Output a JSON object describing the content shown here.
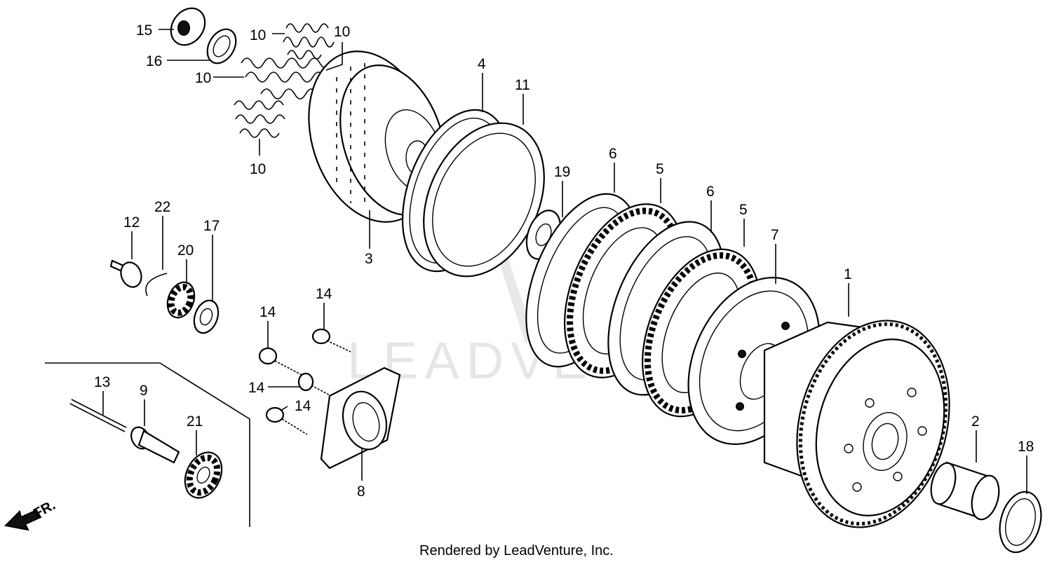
{
  "credit": "Rendered by LeadVenture, Inc.",
  "watermark": "LEADVENTURE",
  "direction": {
    "label": "FR."
  },
  "callouts": [
    {
      "id": "15",
      "text": "15"
    },
    {
      "id": "16",
      "text": "16"
    },
    {
      "id": "10a",
      "text": "10"
    },
    {
      "id": "10b",
      "text": "10"
    },
    {
      "id": "10c",
      "text": "10"
    },
    {
      "id": "10d",
      "text": "10"
    },
    {
      "id": "4",
      "text": "4"
    },
    {
      "id": "11",
      "text": "11"
    },
    {
      "id": "3",
      "text": "3"
    },
    {
      "id": "19",
      "text": "19"
    },
    {
      "id": "6a",
      "text": "6"
    },
    {
      "id": "5a",
      "text": "5"
    },
    {
      "id": "6b",
      "text": "6"
    },
    {
      "id": "5b",
      "text": "5"
    },
    {
      "id": "7",
      "text": "7"
    },
    {
      "id": "1",
      "text": "1"
    },
    {
      "id": "12",
      "text": "12"
    },
    {
      "id": "22",
      "text": "22"
    },
    {
      "id": "20",
      "text": "20"
    },
    {
      "id": "17",
      "text": "17"
    },
    {
      "id": "14a",
      "text": "14"
    },
    {
      "id": "14b",
      "text": "14"
    },
    {
      "id": "14c",
      "text": "14"
    },
    {
      "id": "14d",
      "text": "14"
    },
    {
      "id": "13",
      "text": "13"
    },
    {
      "id": "9",
      "text": "9"
    },
    {
      "id": "21",
      "text": "21"
    },
    {
      "id": "8",
      "text": "8"
    },
    {
      "id": "2",
      "text": "2"
    },
    {
      "id": "18",
      "text": "18"
    }
  ]
}
